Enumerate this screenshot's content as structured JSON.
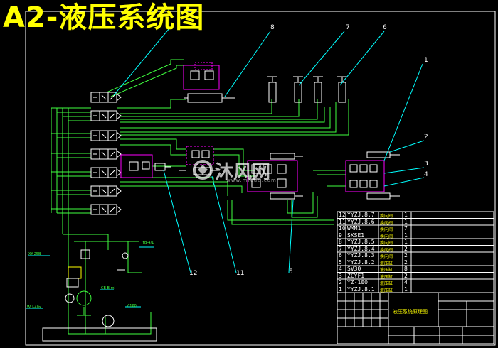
{
  "title": "A2-液压系统图",
  "watermark": {
    "text": "沐风网",
    "sub": "www.mfcad.com"
  },
  "callouts": [
    "1",
    "2",
    "3",
    "4",
    "5",
    "6",
    "7",
    "8",
    "11",
    "12"
  ],
  "bom": {
    "rows": [
      {
        "no": "12",
        "code": "YYZJ.8.7",
        "name": "换向阀",
        "qty": "1"
      },
      {
        "no": "11",
        "code": "YYZJ.8.6",
        "name": "换向阀",
        "qty": "1"
      },
      {
        "no": "10",
        "code": "WMM1",
        "name": "换向阀",
        "qty": "7"
      },
      {
        "no": "9",
        "code": "SKSE1",
        "name": "换向阀",
        "qty": "1"
      },
      {
        "no": "8",
        "code": "YYZJ.8.5",
        "name": "换向阀",
        "qty": "1"
      },
      {
        "no": "7",
        "code": "YYZJ.8.4",
        "name": "换向阀",
        "qty": "2"
      },
      {
        "no": "6",
        "code": "YYZJ.8.3",
        "name": "换向阀",
        "qty": "2"
      },
      {
        "no": "5",
        "code": "YYZJ.8.2",
        "name": "液压缸",
        "qty": "2"
      },
      {
        "no": "4",
        "code": "SV30",
        "name": "液压缸",
        "qty": "8"
      },
      {
        "no": "3",
        "code": "ZCYF1",
        "name": "液压缸",
        "qty": "2"
      },
      {
        "no": "2",
        "code": "YZ-100",
        "name": "液压缸",
        "qty": "4"
      },
      {
        "no": "1",
        "code": "YYZJ.8.1",
        "name": "液压缸",
        "qty": "1"
      }
    ],
    "drawing_name": "液压系统原理图"
  },
  "pump_labels": [
    "XY-25B",
    "YB-4/1",
    "CB-B ml",
    "WU-40x",
    "Y-160"
  ],
  "colors": {
    "pipe": "#3fff3f",
    "frame": "#ffffff",
    "valve": "#ff00ff",
    "leader": "#00ffff",
    "title": "#ffff00"
  }
}
